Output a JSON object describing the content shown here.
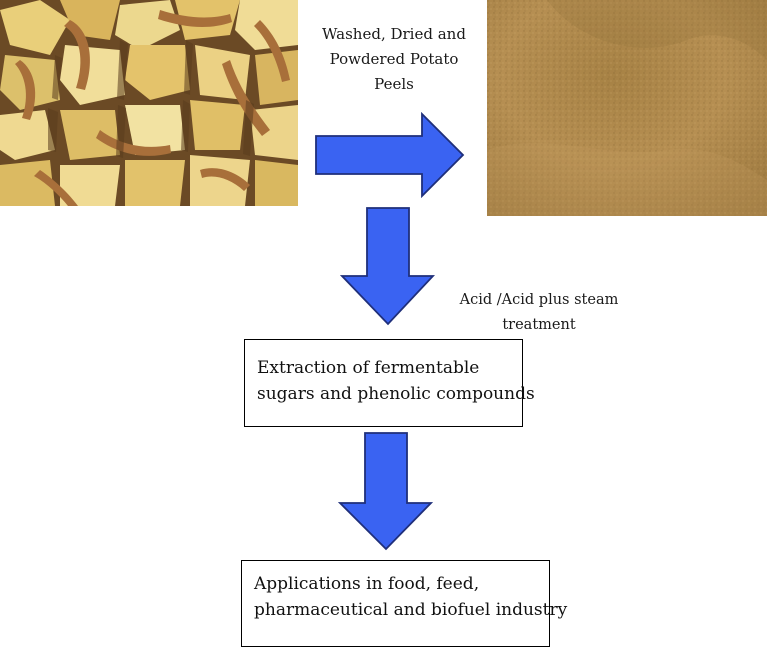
{
  "diagram": {
    "process_caption": [
      "Washed, Dried and",
      "Powdered Potato",
      "Peels"
    ],
    "treatment_caption": [
      "Acid /Acid plus steam",
      "treatment"
    ],
    "extraction_box": [
      "Extraction of fermentable",
      "sugars and phenolic compounds"
    ],
    "applications_box": [
      "Applications in food, feed,",
      "pharmaceutical and biofuel industry"
    ]
  },
  "images": {
    "left": "potato-peels-photo",
    "right": "potato-peel-powder-photo"
  },
  "colors": {
    "arrow_fill": "#3a63f2",
    "arrow_stroke": "#1f2f7a",
    "box_border": "#000000",
    "peel_yellow": "#e6c76a",
    "peel_skin": "#a86f3a",
    "powder_tan": "#b08a4e"
  }
}
